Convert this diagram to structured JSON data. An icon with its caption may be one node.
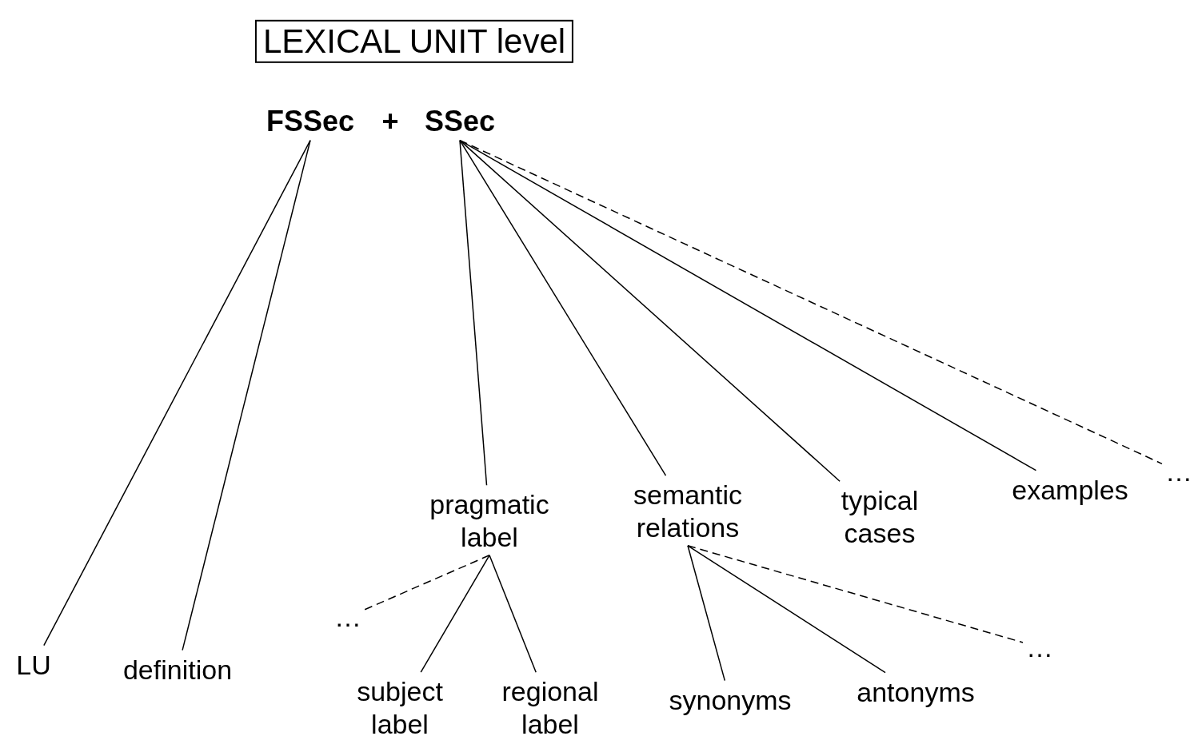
{
  "diagram": {
    "nodes": [
      {
        "text": [
          "LEXICAL UNIT level"
        ]
      },
      {
        "text": [
          "FSSec"
        ]
      },
      {
        "text": [
          "SSec"
        ]
      },
      {
        "text": [
          "LU"
        ]
      },
      {
        "text": [
          "definition"
        ]
      },
      {
        "text": [
          "pragmatic label"
        ]
      },
      {
        "text": [
          "semantic relations"
        ]
      },
      {
        "text": [
          "typical cases"
        ]
      },
      {
        "text": [
          "examples"
        ]
      },
      {
        "text": [
          "…"
        ]
      },
      {
        "text": [
          "…"
        ]
      },
      {
        "text": [
          "subject label"
        ]
      },
      {
        "text": [
          "regional label"
        ]
      },
      {
        "text": [
          "synonyms"
        ]
      },
      {
        "text": [
          "antonyms"
        ]
      },
      {
        "text": [
          "…"
        ]
      }
    ],
    "edges": [
      {
        "from": 1,
        "to": 3,
        "arrow": "none"
      },
      {
        "from": 1,
        "to": 4,
        "arrow": "none"
      },
      {
        "from": 2,
        "to": 5,
        "arrow": "none"
      },
      {
        "from": 2,
        "to": 6,
        "arrow": "none"
      },
      {
        "from": 2,
        "to": 7,
        "arrow": "none"
      },
      {
        "from": 2,
        "to": 8,
        "arrow": "none"
      },
      {
        "from": 2,
        "to": 9,
        "arrow": "none",
        "style": "dashed"
      },
      {
        "from": 5,
        "to": 10,
        "arrow": "none",
        "style": "dashed"
      },
      {
        "from": 5,
        "to": 11,
        "arrow": "none"
      },
      {
        "from": 5,
        "to": 12,
        "arrow": "none"
      },
      {
        "from": 6,
        "to": 13,
        "arrow": "none"
      },
      {
        "from": 6,
        "to": 14,
        "arrow": "none"
      },
      {
        "from": 6,
        "to": 15,
        "arrow": "none",
        "style": "dashed"
      }
    ],
    "labels": [
      "+"
    ]
  }
}
